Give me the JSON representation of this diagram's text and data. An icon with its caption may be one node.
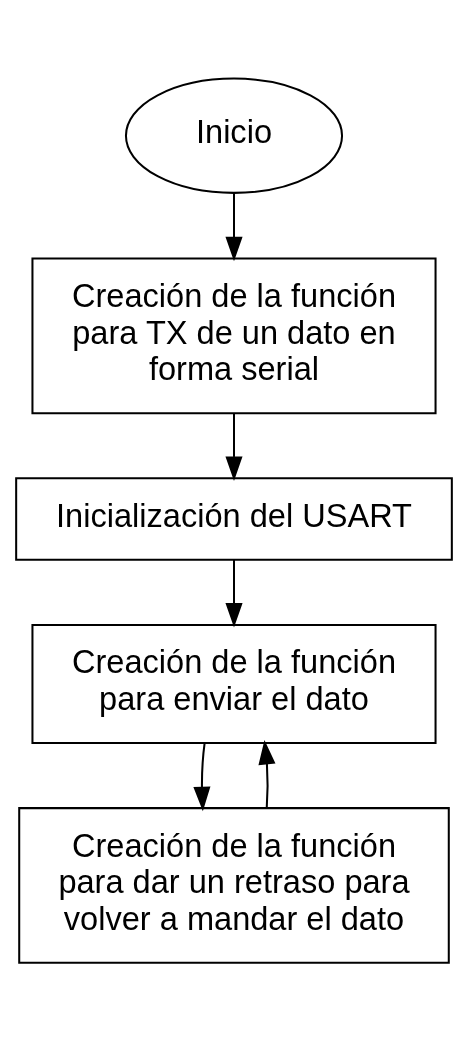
{
  "diagram": {
    "nodes": [
      {
        "text": [
          "Inicio"
        ]
      },
      {
        "text": [
          "Creación de la función para TX de un dato en forma serial"
        ]
      },
      {
        "text": [
          "Inicialización del USART"
        ]
      },
      {
        "text": [
          "Creación de la función para enviar el dato"
        ]
      },
      {
        "text": [
          "Creación de la función para dar un retraso para volver a mandar el dato"
        ]
      }
    ],
    "edges": [
      {
        "from": 0,
        "to": 1,
        "arrow": "to"
      },
      {
        "from": 1,
        "to": 2,
        "arrow": "to"
      },
      {
        "from": 2,
        "to": 3,
        "arrow": "to"
      },
      {
        "from": 3,
        "to": 4,
        "arrow": "to"
      },
      {
        "from": 4,
        "to": 3,
        "arrow": "to"
      }
    ]
  }
}
